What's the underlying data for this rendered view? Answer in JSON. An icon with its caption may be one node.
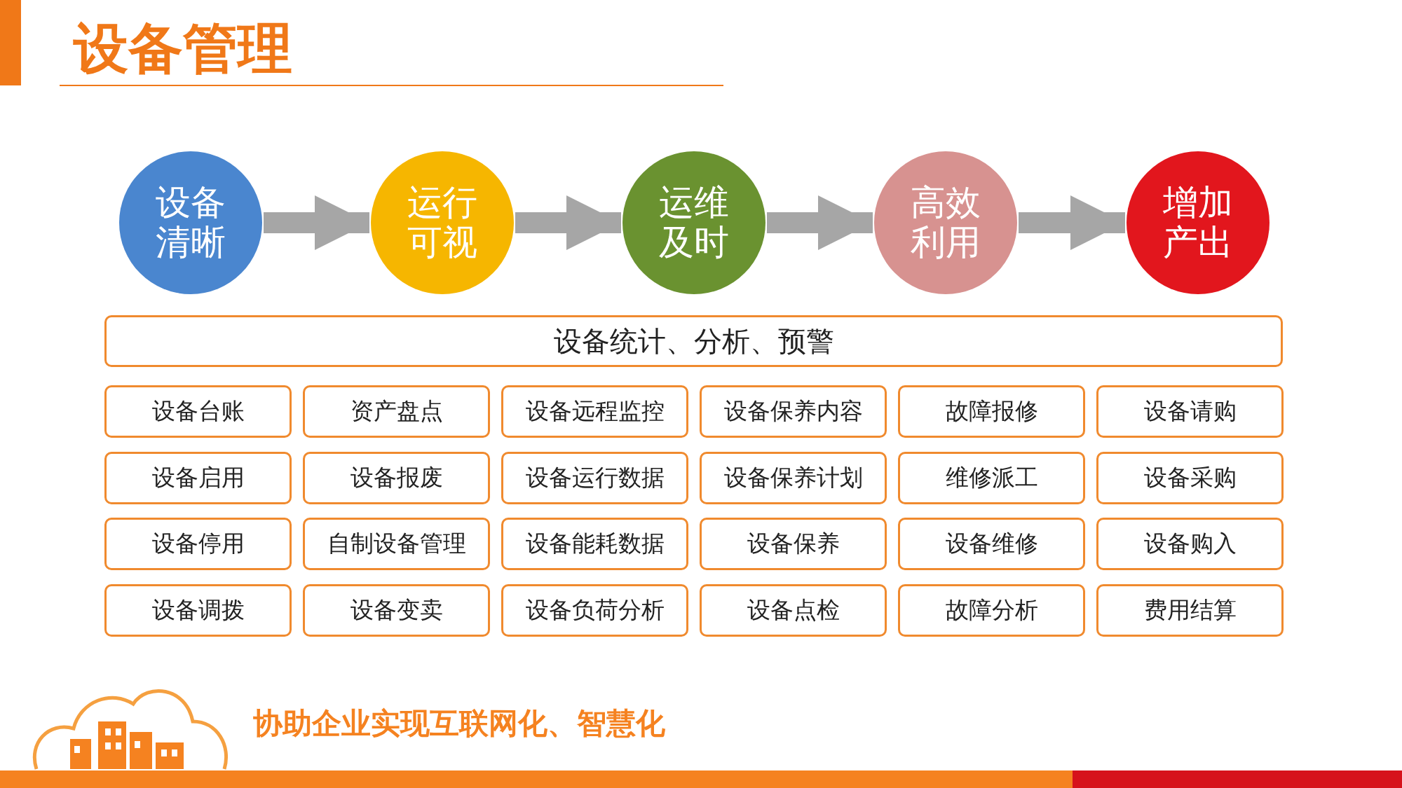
{
  "diagram": {
    "title": "设备管理",
    "nodes": [
      {
        "text": [
          "设备清晰"
        ]
      },
      {
        "text": [
          "运行可视"
        ]
      },
      {
        "text": [
          "运维及时"
        ]
      },
      {
        "text": [
          "高效利用"
        ]
      },
      {
        "text": [
          "增加产出"
        ]
      },
      {
        "text": [
          "设备统计、分析、预警"
        ]
      },
      {
        "text": [
          "设备台账"
        ]
      },
      {
        "text": [
          "资产盘点"
        ]
      },
      {
        "text": [
          "设备远程监控"
        ]
      },
      {
        "text": [
          "设备保养内容"
        ]
      },
      {
        "text": [
          "故障报修"
        ]
      },
      {
        "text": [
          "设备请购"
        ]
      },
      {
        "text": [
          "设备启用"
        ]
      },
      {
        "text": [
          "设备报废"
        ]
      },
      {
        "text": [
          "设备运行数据"
        ]
      },
      {
        "text": [
          "设备保养计划"
        ]
      },
      {
        "text": [
          "维修派工"
        ]
      },
      {
        "text": [
          "设备采购"
        ]
      },
      {
        "text": [
          "设备停用"
        ]
      },
      {
        "text": [
          "自制设备管理"
        ]
      },
      {
        "text": [
          "设备能耗数据"
        ]
      },
      {
        "text": [
          "设备保养"
        ]
      },
      {
        "text": [
          "设备维修"
        ]
      },
      {
        "text": [
          "设备购入"
        ]
      },
      {
        "text": [
          "设备调拨"
        ]
      },
      {
        "text": [
          "设备变卖"
        ]
      },
      {
        "text": [
          "设备负荷分析"
        ]
      },
      {
        "text": [
          "设备点检"
        ]
      },
      {
        "text": [
          "故障分析"
        ]
      },
      {
        "text": [
          "费用结算"
        ]
      }
    ],
    "edges": [
      {
        "from": 0,
        "to": 1,
        "arrow": "to"
      },
      {
        "from": 1,
        "to": 2,
        "arrow": "to"
      },
      {
        "from": 2,
        "to": 3,
        "arrow": "to"
      },
      {
        "from": 3,
        "to": 4,
        "arrow": "to"
      }
    ],
    "labels": [
      "协助企业实现互联网化、智慧化"
    ]
  }
}
